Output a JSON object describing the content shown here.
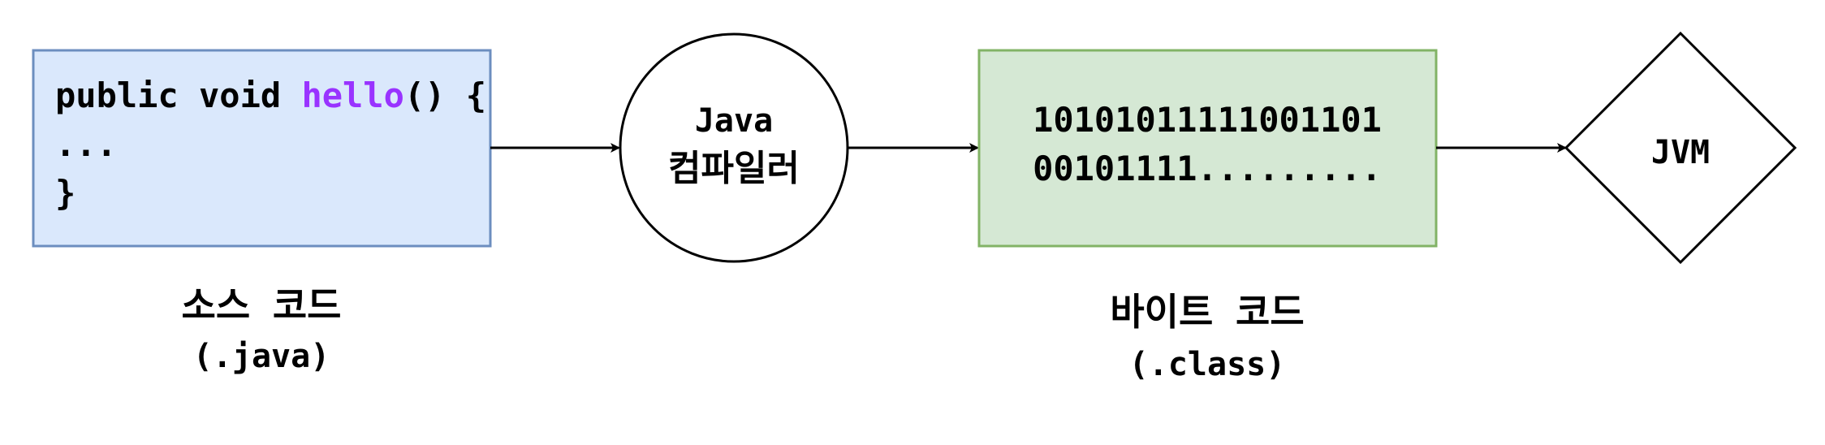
{
  "source": {
    "line1_prefix": "public void ",
    "line1_keyword": "hello",
    "line1_suffix": "() {",
    "line2": "...",
    "line3": "}",
    "caption_title": "소스 코드",
    "caption_ext": "(.java)"
  },
  "compiler": {
    "line1": "Java",
    "line2": "컴파일러"
  },
  "bytecode": {
    "line1": "10101011111001101",
    "line2": "00101111.........",
    "caption_title": "바이트 코드",
    "caption_ext": "(.class)"
  },
  "jvm": {
    "label": "JVM"
  },
  "colors": {
    "source_fill": "#dae8fc",
    "source_stroke": "#6c8ebf",
    "bytecode_fill": "#d5e8d4",
    "bytecode_stroke": "#82b366",
    "keyword": "#9933ff",
    "stroke": "#000000"
  }
}
